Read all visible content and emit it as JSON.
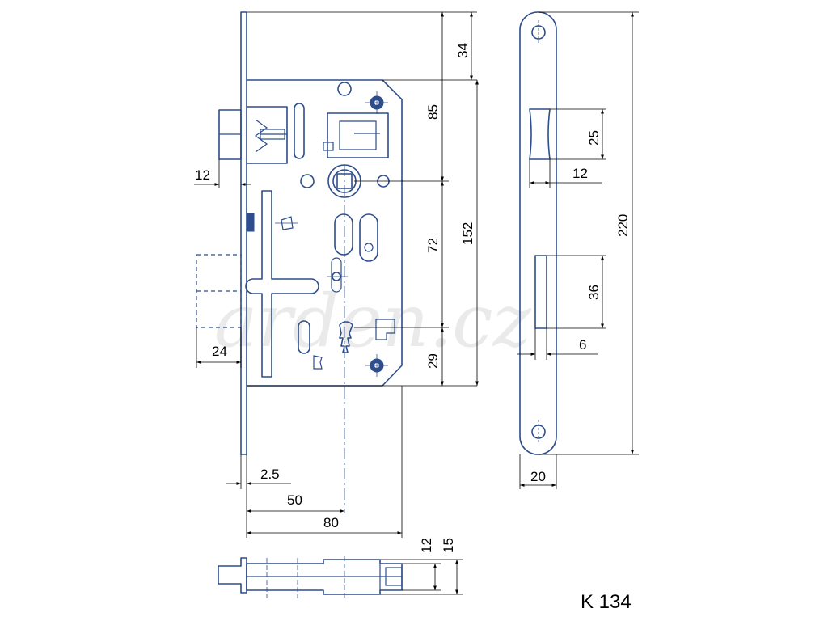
{
  "watermark": "arden.cz",
  "model": "K 134",
  "dimensions": {
    "top_offset": "34",
    "to_handle": "85",
    "handle_to_key": "72",
    "body_height": "152",
    "key_to_bottom": "29",
    "faceplate_height": "220",
    "latch_height": "25",
    "latch_offset": "12",
    "bolt_height": "36",
    "bolt_width": "6",
    "faceplate_width": "20",
    "latch_projection": "12",
    "bolt_projection": "24",
    "plate_thickness": "2.5",
    "backset": "50",
    "body_depth": "80",
    "thickness_inner": "12",
    "thickness_outer": "15"
  }
}
